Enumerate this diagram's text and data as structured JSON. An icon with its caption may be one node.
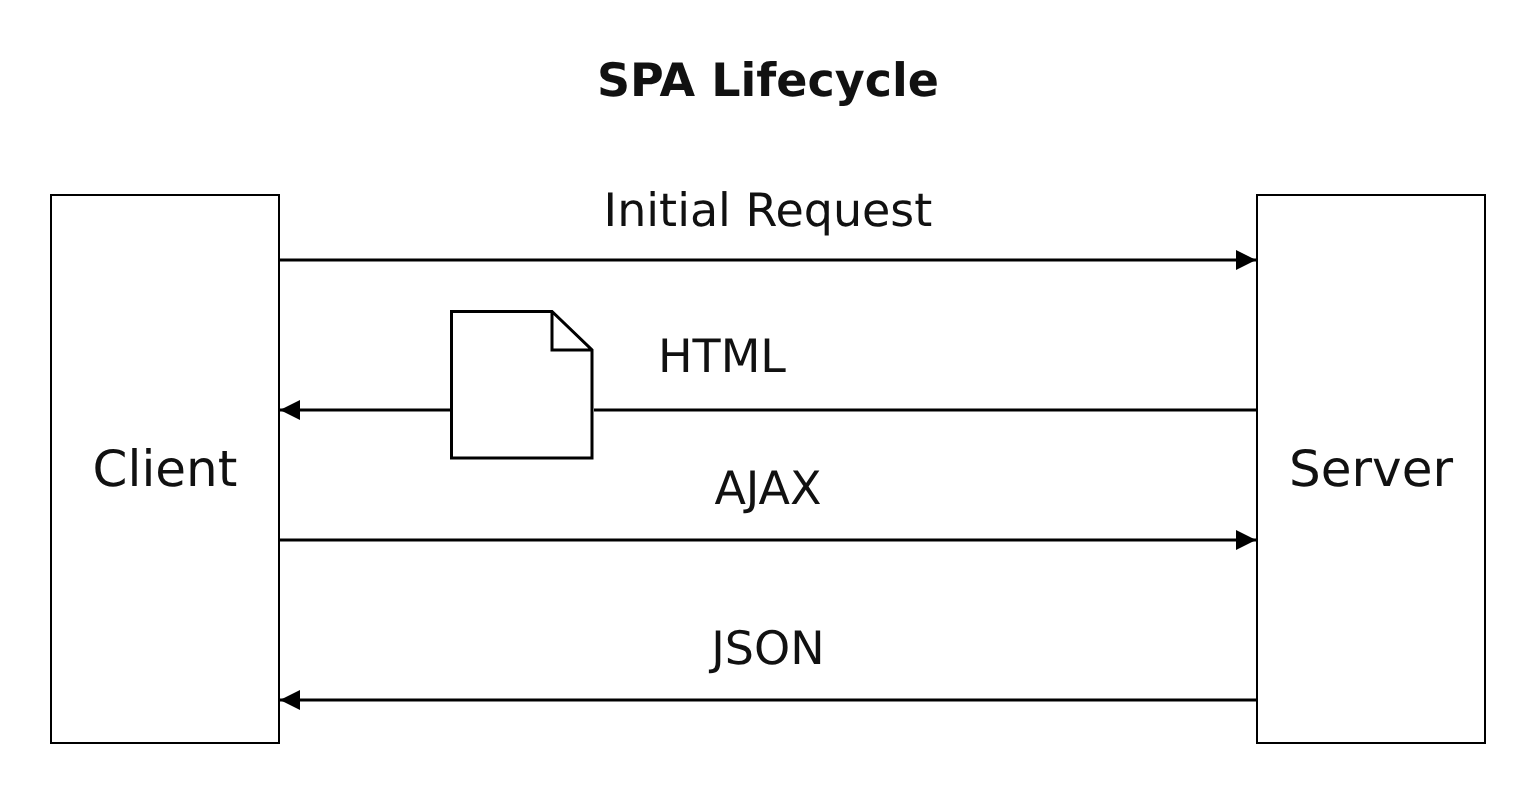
{
  "diagram": {
    "title": "SPA Lifecycle",
    "nodes": [
      {
        "text": [
          "Client"
        ]
      },
      {
        "text": [
          "Server"
        ]
      },
      {
        "text": [],
        "shape": "document"
      }
    ],
    "edges": [
      {
        "from": 0,
        "to": 1,
        "arrow": "to",
        "label": "Initial Request"
      },
      {
        "from": 1,
        "to": 2,
        "arrow": "none",
        "label": "HTML"
      },
      {
        "from": 2,
        "to": 0,
        "arrow": "to"
      },
      {
        "from": 0,
        "to": 1,
        "arrow": "to",
        "label": "AJAX"
      },
      {
        "from": 1,
        "to": 0,
        "arrow": "to",
        "label": "JSON"
      }
    ]
  }
}
